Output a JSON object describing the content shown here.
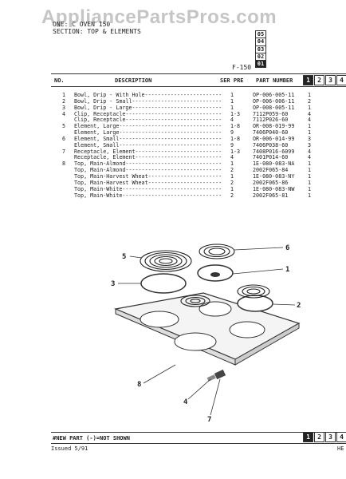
{
  "watermark": "AppliancePartsPros.com",
  "header": {
    "line1": "ONE: C OVEN 150",
    "line2": "SECTION: TOP & ELEMENTS",
    "figure": "F-150"
  },
  "section_boxes": [
    "05",
    "04",
    "03",
    "02",
    "01"
  ],
  "columns": {
    "no": "NO.",
    "description": "DESCRIPTION",
    "ser_pre": "SER PRE",
    "part_number": "PART NUMBER"
  },
  "page_tabs": [
    "1",
    "2",
    "3",
    "4"
  ],
  "rows": [
    {
      "no": "1",
      "desc": "Bowl, Drip - With Hole------------------------",
      "ser": "1",
      "part": "OP-006-005-11",
      "qty": "1"
    },
    {
      "no": "2",
      "desc": "Bowl, Drip - Small----------------------------",
      "ser": "1",
      "part": "OP-006-006-11",
      "qty": "2"
    },
    {
      "no": "3",
      "desc": "Bowl, Drip - Large----------------------------",
      "ser": "1",
      "part": "OP-008-005-11",
      "qty": "1"
    },
    {
      "no": "4",
      "desc": "Clip, Receptacle------------------------------",
      "ser": "1-3",
      "part": "7112P059-60",
      "qty": "4"
    },
    {
      "no": "",
      "desc": "Clip, Receptacle------------------------------",
      "ser": "4",
      "part": "7112P026-60",
      "qty": "4"
    },
    {
      "no": "5",
      "desc": "Element, Large--------------------------------",
      "ser": "1-8",
      "part": "OR-008-019-99",
      "qty": "1"
    },
    {
      "no": "",
      "desc": "Element, Large--------------------------------",
      "ser": "9",
      "part": "7406P040-60",
      "qty": "1"
    },
    {
      "no": "6",
      "desc": "Element, Small--------------------------------",
      "ser": "1-8",
      "part": "OR-006-014-99",
      "qty": "3"
    },
    {
      "no": "",
      "desc": "Element, Small--------------------------------",
      "ser": "9",
      "part": "7406P038-60",
      "qty": "3"
    },
    {
      "no": "7",
      "desc": "Receptacle, Element---------------------------",
      "ser": "1-3",
      "part": "7408P016-6099",
      "qty": "4"
    },
    {
      "no": "",
      "desc": "Receptacle, Element---------------------------",
      "ser": "4",
      "part": "7401P014-60",
      "qty": "4"
    },
    {
      "no": "8",
      "desc": "Top, Main-Almond------------------------------",
      "ser": "1",
      "part": "1E-080-083-NA",
      "qty": "1"
    },
    {
      "no": "",
      "desc": "Top, Main-Almond------------------------------",
      "ser": "2",
      "part": "2002F065-84",
      "qty": "1"
    },
    {
      "no": "",
      "desc": "Top, Main-Harvest Wheat-----------------------",
      "ser": "1",
      "part": "1E-080-083-NY",
      "qty": "1"
    },
    {
      "no": "",
      "desc": "Top, Main-Harvest Wheat-----------------------",
      "ser": "2",
      "part": "2002F065-86",
      "qty": "1"
    },
    {
      "no": "",
      "desc": "Top, Main-White-------------------------------",
      "ser": "1",
      "part": "1E-080-083-NW",
      "qty": "1"
    },
    {
      "no": "",
      "desc": "Top, Main-White-------------------------------",
      "ser": "2",
      "part": "2002F065-81",
      "qty": "1"
    }
  ],
  "callouts": [
    "5",
    "6",
    "1",
    "3",
    "2",
    "8",
    "4",
    "7"
  ],
  "footer": {
    "legend": "#NEW PART  (-)=NOT SHOWN",
    "issued": "Issued 5/91",
    "page_code": "HE"
  }
}
